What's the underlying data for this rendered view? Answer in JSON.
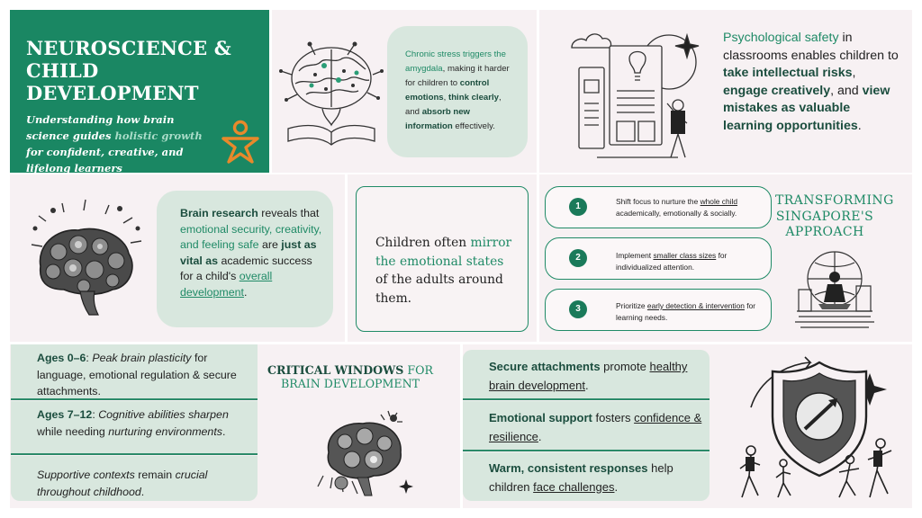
{
  "title": {
    "heading_line1": "NEUROSCIENCE &",
    "heading_line2": "CHILD DEVELOPMENT",
    "subtitle_part1": "Understanding how brain science guides ",
    "subtitle_highlight": "holistic growth",
    "subtitle_part2": " for confident, creative, and lifelong learners",
    "star_icon": "person-star-icon"
  },
  "stress": {
    "part1": "Chronic stress triggers the amygdala",
    "part2": ", making it harder for children to ",
    "part3": "control emotions",
    "part4": ", ",
    "part5": "think clearly",
    "part6": ", and ",
    "part7": "absorb new information",
    "part8": " effectively.",
    "illustration": "brain-book-illustration"
  },
  "psych": {
    "part1": "Psychological safety",
    "part2": " in classrooms enables children to ",
    "part3": "take intellectual risks",
    "part4": ", ",
    "part5": "engage creatively",
    "part6": ", and ",
    "part7": "view mistakes as valuable learning opportunities",
    "part8": ".",
    "illustration": "idea-lightbulb-illustration"
  },
  "research": {
    "part1": "Brain research",
    "part2": " reveals that ",
    "part3": "emotional security, creativity, and feeling safe",
    "part4": " are ",
    "part5": "just as vital as",
    "part6": " academic success for a child's ",
    "part7": "overall development",
    "part8": ".",
    "illustration": "fruit-brain-illustration"
  },
  "mirror": {
    "part1": "Children often ",
    "part2": "mirror the emotional states",
    "part3": " of the adults around them."
  },
  "transform": {
    "title_line1": "TRANSFORMING",
    "title_line2": "SINGAPORE'S",
    "title_line3": "APPROACH",
    "steps": [
      {
        "num": "1",
        "pre": "Shift focus to nurture the ",
        "link": "whole child",
        "post": " academically, emotionally & socially."
      },
      {
        "num": "2",
        "pre": "Implement ",
        "link": "smaller class sizes",
        "post": " for individualized attention."
      },
      {
        "num": "3",
        "pre": "Prioritize ",
        "link": "early detection & intervention",
        "post": " for learning needs."
      }
    ],
    "illustration": "child-reading-globe-illustration"
  },
  "windows": {
    "title_bold": "CRITICAL WINDOWS",
    "title_rest": " FOR",
    "title_line2": "BRAIN DEVELOPMENT",
    "row1_label": "Ages 0–6",
    "row1_mid": ": ",
    "row1_em": "Peak brain plasticity",
    "row1_text": " for language, emotional regulation & secure attachments.",
    "row2_label": "Ages 7–12",
    "row2_mid": ": ",
    "row2_em1": "Cognitive abilities sharpen",
    "row2_text": " while needing ",
    "row2_em2": "nurturing environments",
    "row2_end": ".",
    "row3_em1": "Supportive contexts",
    "row3_text": " remain ",
    "row3_em2": "crucial throughout childhood",
    "row3_end": ".",
    "illustration": "brain-sparkle-illustration"
  },
  "support": {
    "items": [
      {
        "bold": "Secure attachments",
        "rest": " promote ",
        "link": "healthy brain development",
        "end": "."
      },
      {
        "bold": "Emotional support",
        "rest": " fosters ",
        "link": "confidence & resilience",
        "end": "."
      },
      {
        "bold": "Warm, consistent responses",
        "rest": " help children ",
        "link": "face challenges",
        "end": "."
      }
    ],
    "illustration": "shield-runners-illustration"
  },
  "colors": {
    "brand_green": "#1a8763",
    "accent_green": "#1f8a66",
    "dark_green": "#1b4d3e",
    "bubble": "#d8e7de",
    "panel_bg": "#f7f1f3",
    "star_orange": "#e8892b"
  }
}
